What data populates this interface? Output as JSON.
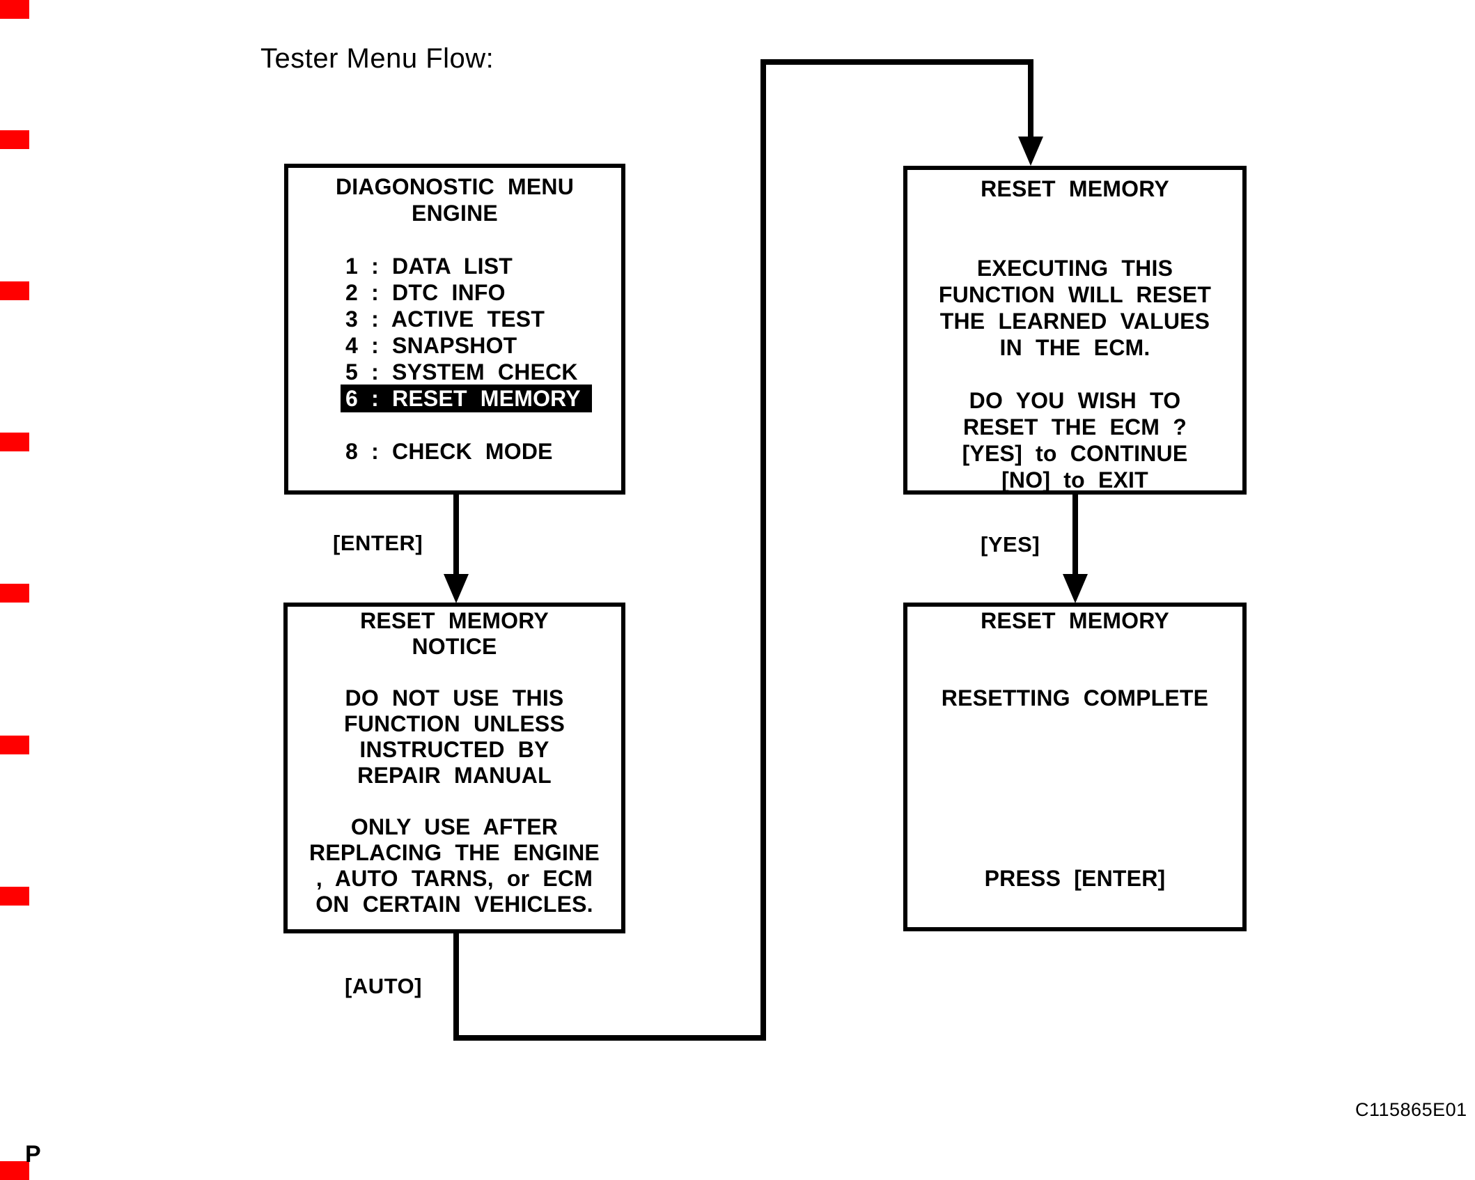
{
  "page": {
    "title": "Tester Menu Flow:",
    "page_letter": "P",
    "figure_code": "C115865E01"
  },
  "edge_marks": {
    "color": "#ff0000",
    "ys": [
      0,
      187,
      404,
      621,
      838,
      1056,
      1273,
      1667
    ]
  },
  "boxes": {
    "diagnostic_menu": {
      "lines": [
        {
          "t": "DIAGONOSTIC MENU",
          "a": "c"
        },
        {
          "t": "ENGINE",
          "a": "c"
        },
        {
          "t": "",
          "a": "c"
        },
        {
          "t": "1 : DATA LIST",
          "a": "l"
        },
        {
          "t": "2 : DTC INFO",
          "a": "l"
        },
        {
          "t": "3 : ACTIVE TEST",
          "a": "l"
        },
        {
          "t": "4 : SNAPSHOT",
          "a": "l"
        },
        {
          "t": "5 : SYSTEM CHECK",
          "a": "l"
        },
        {
          "t": "6 : RESET MEMORY",
          "a": "l",
          "invert": true
        },
        {
          "t": "",
          "a": "l"
        },
        {
          "t": "8 : CHECK MODE",
          "a": "l"
        }
      ]
    },
    "reset_confirm": {
      "lines": [
        {
          "t": "RESET MEMORY",
          "a": "c"
        },
        {
          "t": "",
          "a": "c"
        },
        {
          "t": "",
          "a": "c"
        },
        {
          "t": "EXECUTING THIS",
          "a": "c"
        },
        {
          "t": "FUNCTION WILL RESET",
          "a": "c"
        },
        {
          "t": "THE LEARNED VALUES",
          "a": "c"
        },
        {
          "t": "IN THE ECM.",
          "a": "c"
        },
        {
          "t": "",
          "a": "c"
        },
        {
          "t": "DO YOU WISH TO",
          "a": "c"
        },
        {
          "t": "RESET THE ECM ?",
          "a": "c"
        },
        {
          "t": "[YES] to CONTINUE",
          "a": "c"
        },
        {
          "t": "[NO] to EXIT",
          "a": "c"
        }
      ]
    },
    "reset_notice": {
      "lines": [
        {
          "t": "RESET MEMORY",
          "a": "c"
        },
        {
          "t": "NOTICE",
          "a": "c"
        },
        {
          "t": "",
          "a": "c"
        },
        {
          "t": "DO NOT USE THIS",
          "a": "c"
        },
        {
          "t": "FUNCTION UNLESS",
          "a": "c"
        },
        {
          "t": "INSTRUCTED BY",
          "a": "c"
        },
        {
          "t": "REPAIR MANUAL",
          "a": "c"
        },
        {
          "t": "",
          "a": "c"
        },
        {
          "t": "ONLY USE AFTER",
          "a": "c"
        },
        {
          "t": "REPLACING THE ENGINE",
          "a": "c"
        },
        {
          "t": ", AUTO TARNS, or ECM",
          "a": "c"
        },
        {
          "t": "ON CERTAIN VEHICLES.",
          "a": "c"
        }
      ]
    },
    "reset_complete": {
      "lines": [
        {
          "t": "RESET MEMORY",
          "a": "c"
        },
        {
          "t": "",
          "a": "c"
        },
        {
          "t": "",
          "a": "c"
        },
        {
          "t": "RESETTING COMPLETE",
          "a": "c"
        },
        {
          "t": "",
          "a": "c"
        },
        {
          "t": "",
          "a": "c"
        },
        {
          "t": "",
          "a": "c"
        },
        {
          "t": "",
          "a": "c"
        },
        {
          "t": "",
          "a": "c"
        },
        {
          "t": "",
          "a": "c"
        },
        {
          "t": "PRESS [ENTER]",
          "a": "c"
        }
      ]
    }
  },
  "connectors": {
    "enter_label": "[ENTER]",
    "yes_label": "[YES]",
    "auto_label": "[AUTO]"
  }
}
